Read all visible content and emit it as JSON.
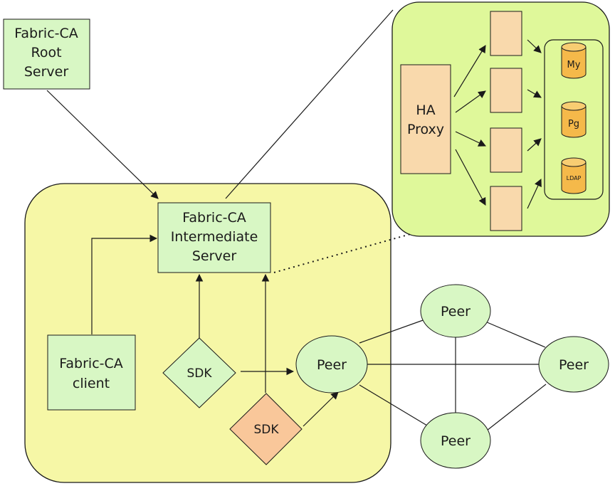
{
  "nodes": {
    "root_ca": {
      "lines": [
        "Fabric-CA",
        "Root",
        "Server"
      ]
    },
    "intermediate_ca": {
      "lines": [
        "Fabric-CA",
        "Intermediate",
        "Server"
      ]
    },
    "client": {
      "lines": [
        "Fabric-CA",
        "client"
      ]
    },
    "sdk_green": {
      "label": "SDK"
    },
    "sdk_orange": {
      "label": "SDK"
    },
    "peer_main": {
      "label": "Peer"
    },
    "peer_top": {
      "label": "Peer"
    },
    "peer_right": {
      "label": "Peer"
    },
    "peer_bottom": {
      "label": "Peer"
    },
    "ha_proxy": {
      "lines": [
        "HA",
        "Proxy"
      ]
    },
    "db_mysql": {
      "label": "My"
    },
    "db_postgres": {
      "label": "Pg"
    },
    "db_ldap": {
      "label": "LDAP"
    }
  },
  "colors": {
    "org_region": "#f6f7a6",
    "zoom_region": "#dff89a",
    "ca_box": "#d8f7c4",
    "peer": "#d8f7c4",
    "sdk_green": "#d8f7c4",
    "sdk_orange": "#f9c79a",
    "proxy": "#f9d9ac",
    "server_box": "#f9d9ac",
    "db": "#f5b94a",
    "stroke": "#1a1a1a"
  }
}
